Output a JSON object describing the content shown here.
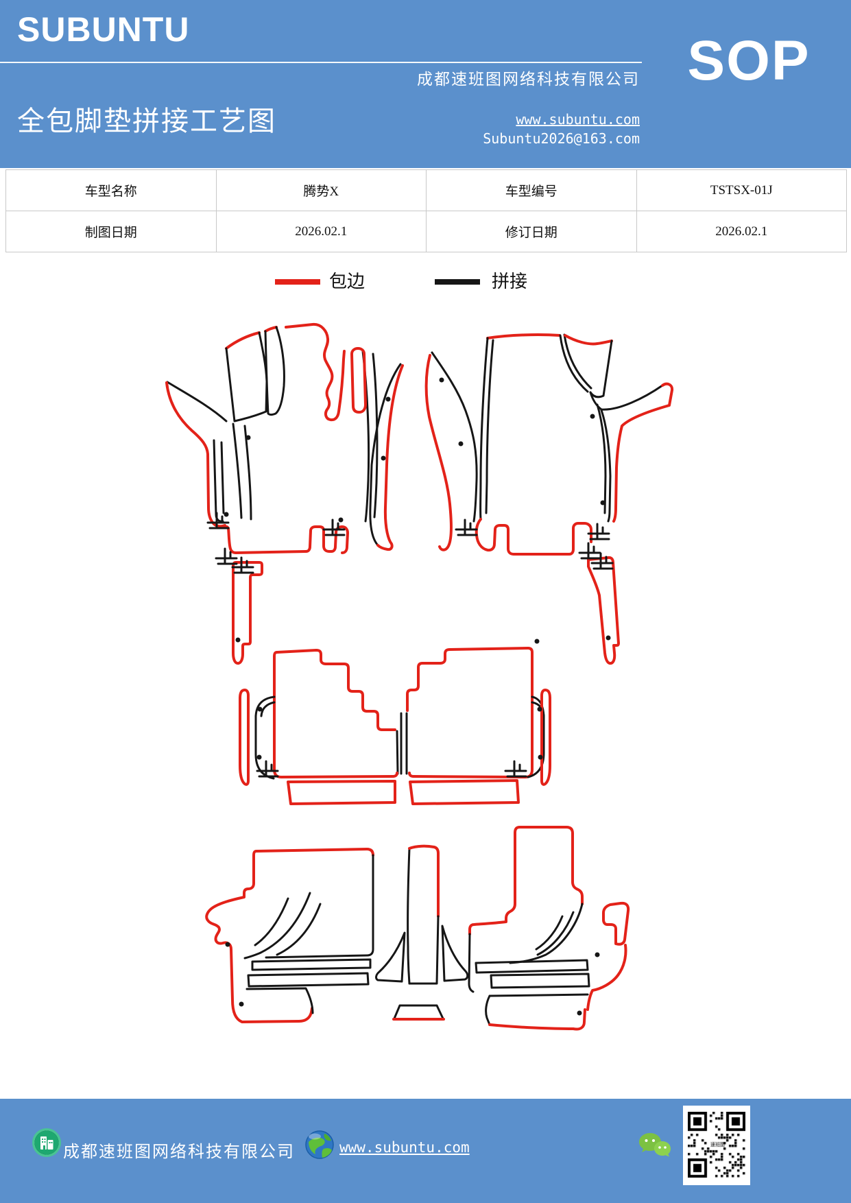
{
  "header": {
    "brand": "SUBUNTU",
    "company": "成都速班图网络科技有限公司",
    "sop_label": "SOP",
    "doc_title": "全包脚垫拼接工艺图",
    "website": "www.subuntu.com",
    "email": "Subuntu2026@163.com"
  },
  "info_table": {
    "rows": [
      {
        "k1": "车型名称",
        "v1": "腾势X",
        "k2": "车型编号",
        "v2": "TSTSX-01J"
      },
      {
        "k1": "制图日期",
        "v1": "2026.02.1",
        "k2": "修订日期",
        "v2": "2026.02.1"
      }
    ]
  },
  "legend": {
    "items": [
      {
        "label": "包边",
        "color": "#e32219",
        "meaning": "edge-binding line"
      },
      {
        "label": "拼接",
        "color": "#161616",
        "meaning": "splice line"
      }
    ]
  },
  "footer": {
    "company": "成都速班图网络科技有限公司",
    "website": "www.subuntu.com",
    "icons": [
      "building-icon",
      "globe-icon",
      "wechat-icon",
      "qr-code"
    ]
  },
  "colors": {
    "theme_blue": "#5b90cc",
    "binding_red": "#e32219",
    "splice_black": "#161616"
  }
}
